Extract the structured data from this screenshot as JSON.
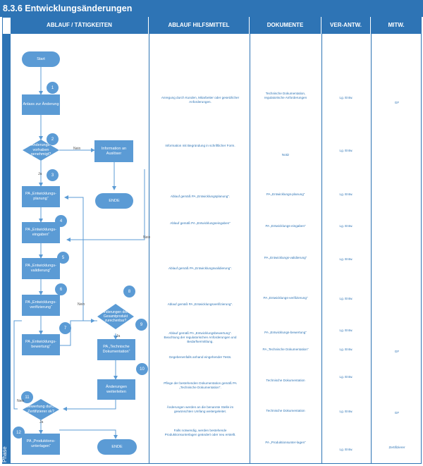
{
  "title": "8.3.6 Entwicklungsänderungen",
  "phase_label": "Phase",
  "columns": [
    "ABLAUF / TÄTIGKEITEN",
    "ABLAUF HILFSMITTEL",
    "DOKUMENTE",
    "VER-ANTW.",
    "MITW."
  ],
  "nodes": {
    "start": "Start",
    "anlass": "Anlass zur Änderung",
    "genehmigt": "Änderungs-vorhaben genehmigt?",
    "information": "Information an Auslöser",
    "ende1": "ENDE",
    "planung": "PA „Entwicklungs-planung“",
    "eingaben": "PA „Entwicklungs-eingaben“",
    "validierung": "PA „Entwicklungs-validierung“",
    "verifizierung": "PA „Entwicklungs-verifizierung“",
    "bewertung": "PA „Entwicklungs-bewertung“",
    "gesamtprodukt": "Änderungen dem Gesamtprodukt zurechenbar?",
    "technische": "PA „Technische Dokumentation“",
    "weiterleiten": "Änderungen weiterleiten",
    "zertifizierer": "Bewertung durch Zertifizierer ok?",
    "produktion": "PA „Produktions-unterlagen“",
    "ende2": "ENDE"
  },
  "step_numbers": [
    "1",
    "2",
    "3",
    "4",
    "5",
    "6",
    "7",
    "8",
    "9",
    "10",
    "11",
    "12"
  ],
  "edge_labels": {
    "nein1": "Nein",
    "ja1": "Ja",
    "nein2": "Nein",
    "nein3": "Nein",
    "ja2": "Ja",
    "nein4": "Nein",
    "ja3": "Ja"
  },
  "rows": [
    {
      "hilfsmittel": "Anregung durch Kunden, Mitarbeiter oder gesetzlicher Anforderungen.",
      "dokumente": "Technische Dokumentation, regulatorische Anforderungen",
      "verantw": "Lg. Entw.",
      "mitw": "GF"
    },
    {
      "hilfsmittel": "Information mit Begründung in schriftlicher Form.",
      "dokumente": "Notiz",
      "verantw": "Lg. Entw.",
      "mitw": ""
    },
    {
      "hilfsmittel": "Ablauf gemäß PA „Entwicklungsplanung“.",
      "dokumente": "PA „Entwicklungs-planung“",
      "verantw": "Lg. Entw.",
      "mitw": ""
    },
    {
      "hilfsmittel": "Ablauf gemäß PA „Entwicklungseingaben“",
      "dokumente": "PA „Entwicklungs-eingaben“",
      "verantw": "Lg. Entw.",
      "mitw": ""
    },
    {
      "hilfsmittel": "Ablauf gemäß PA „Entwicklungsvalidierung“.",
      "dokumente": "PA „Entwicklungs-validierung“",
      "verantw": "Lg. Entw.",
      "mitw": ""
    },
    {
      "hilfsmittel": "Ablauf gemäß PA „Entwicklungsverifizierung“.",
      "dokumente": "PA „Entwicklungs-verifizierung“",
      "verantw": "Lg. Entw.",
      "mitw": ""
    },
    {
      "hilfsmittel": "Ablauf gemäß PA „Entwicklungsbewertung“. Beachtung der regulatorischen Anforderungen und Bedarfsermittlung.",
      "dokumente": "PA „Entwicklungs-bewertung“",
      "verantw": "Lg. Entw.",
      "mitw": ""
    },
    {
      "hilfsmittel": "Gegebenenfalls anhand eingehender Tests.",
      "dokumente": "PA „Technische Dokumentation“",
      "verantw": "Lg. Entw.",
      "mitw": "GF"
    },
    {
      "hilfsmittel": "Pflege der bestehenden Dokumentation gemäß PA „Technische Dokumentation“.",
      "dokumente": "Technische Dokumentation",
      "verantw": "Lg. Entw.",
      "mitw": ""
    },
    {
      "hilfsmittel": "Änderungen werden an die benannte Stelle im gewünschten Umfang weitergeleitet.",
      "dokumente": "Technische Dokumentation",
      "verantw": "Lg. Entw.",
      "mitw": "GF"
    },
    {
      "hilfsmittel": "Falls notwendig, werden bestehende Produktionsunterlagen geändert oder neu erstellt.",
      "dokumente": "PA „Produktionsunter-lagen“",
      "verantw": "Lg. Entw.",
      "mitw": "Zertifizierer"
    }
  ],
  "colors": {
    "header": "#2e74b5",
    "node": "#5b9bd5",
    "text": "#2e74b5"
  }
}
